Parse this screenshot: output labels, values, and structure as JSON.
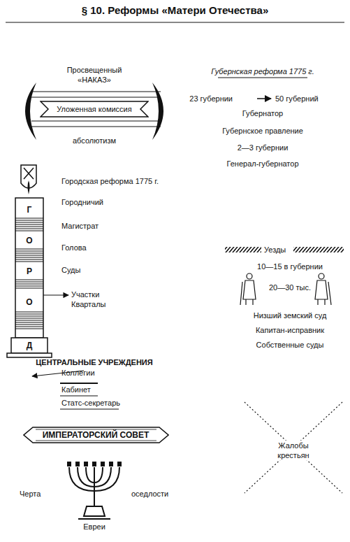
{
  "diagram": {
    "title": "§ 10. Реформы «Матери Отечества»",
    "nodes": [
      {
        "text": [
          "Уложенная комиссия"
        ]
      },
      {
        "text": [
          "ИМПЕРАТОРСКИЙ СОВЕТ"
        ]
      }
    ],
    "labels": [
      "Просвещенный «НАКАЗ»",
      "абсолютизм",
      "Губернская реформа 1775 г.",
      "23 губернии",
      "50 губерний",
      "Губернатор",
      "Губернское правление",
      "2—3 губернии",
      "Генерал-губернатор",
      "Городская реформа 1775 г.",
      "Городничий",
      "Магистрат",
      "Голова",
      "Суды",
      "Участки Кварталы",
      "Г",
      "О",
      "Р",
      "О",
      "Д",
      "Уезды",
      "10—15 в губернии",
      "20—30 тыс.",
      "Низший земский суд",
      "Капитан-исправник",
      "Собственные суды",
      "ЦЕНТРАЛЬНЫЕ УЧРЕЖДЕНИЯ",
      "Коллегии",
      "Кабинет",
      "Статс-секретарь",
      "Жалобы крестьян",
      "Черта",
      "оседлости",
      "Евреи"
    ]
  }
}
